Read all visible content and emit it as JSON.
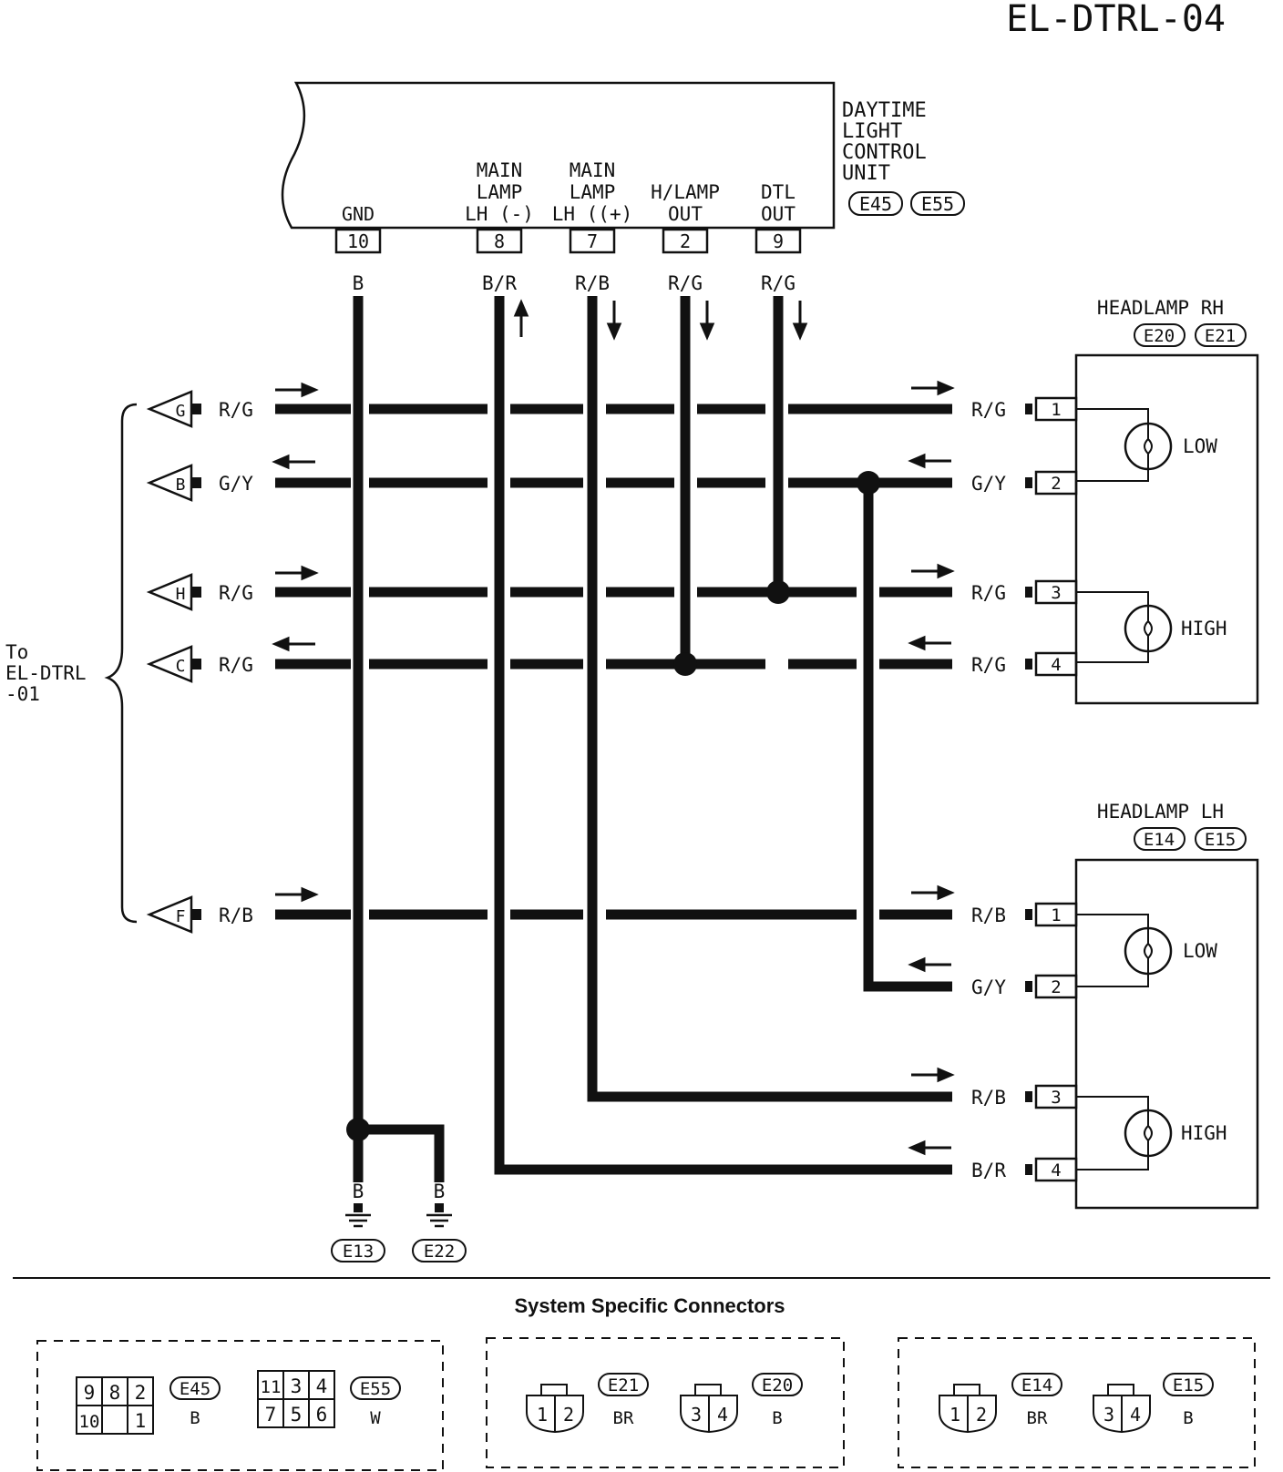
{
  "page_id": "EL-DTRL-04",
  "control_unit": {
    "name_lines": [
      "DAYTIME",
      "LIGHT",
      "CONTROL",
      "UNIT"
    ],
    "connectors": [
      "E45",
      "E55"
    ],
    "terminals": [
      {
        "name_lines": [
          "GND"
        ],
        "pin": "10",
        "wire": "B",
        "flow": "none"
      },
      {
        "name_lines": [
          "MAIN",
          "LAMP",
          "LH (-)"
        ],
        "pin": "8",
        "wire": "B/R",
        "flow": "up"
      },
      {
        "name_lines": [
          "MAIN",
          "LAMP",
          "LH ((+)"
        ],
        "pin": "7",
        "wire": "R/B",
        "flow": "down"
      },
      {
        "name_lines": [
          "H/LAMP",
          "OUT"
        ],
        "pin": "2",
        "wire": "R/G",
        "flow": "down"
      },
      {
        "name_lines": [
          "DTL",
          "OUT"
        ],
        "pin": "9",
        "wire": "R/G",
        "flow": "down"
      }
    ]
  },
  "headlamp_rh": {
    "title": "HEADLAMP RH",
    "connectors": [
      "E20",
      "E21"
    ],
    "lamps": [
      "LOW",
      "HIGH"
    ],
    "pins": [
      {
        "pin": "1",
        "wire": "R/G"
      },
      {
        "pin": "2",
        "wire": "G/Y"
      },
      {
        "pin": "3",
        "wire": "R/G"
      },
      {
        "pin": "4",
        "wire": "R/G"
      }
    ]
  },
  "headlamp_lh": {
    "title": "HEADLAMP LH",
    "connectors": [
      "E14",
      "E15"
    ],
    "lamps": [
      "LOW",
      "HIGH"
    ],
    "pins": [
      {
        "pin": "1",
        "wire": "R/B"
      },
      {
        "pin": "2",
        "wire": "G/Y"
      },
      {
        "pin": "3",
        "wire": "R/B"
      },
      {
        "pin": "4",
        "wire": "B/R"
      }
    ]
  },
  "off_page": {
    "label_lines": [
      "To",
      "EL-DTRL",
      "-01"
    ],
    "connectors": [
      {
        "letter": "G",
        "wire": "R/G"
      },
      {
        "letter": "B",
        "wire": "G/Y"
      },
      {
        "letter": "H",
        "wire": "R/G"
      },
      {
        "letter": "C",
        "wire": "R/G"
      },
      {
        "letter": "F",
        "wire": "R/B"
      }
    ]
  },
  "grounds": [
    {
      "wire": "B",
      "connector": "E13"
    },
    {
      "wire": "B",
      "connector": "E22"
    }
  ],
  "connectors_section": {
    "title": "System Specific Connectors",
    "groups": [
      {
        "items": [
          {
            "id": "E45",
            "color": "B",
            "rows": [
              [
                "9",
                "8",
                "2"
              ],
              [
                "10",
                "",
                "1"
              ]
            ]
          },
          {
            "id": "E55",
            "color": "W",
            "rows": [
              [
                "11",
                "3",
                "4"
              ],
              [
                "7",
                "5",
                "6"
              ]
            ]
          }
        ]
      },
      {
        "items": [
          {
            "id": "E21",
            "color": "BR",
            "pins": [
              "1",
              "2"
            ]
          },
          {
            "id": "E20",
            "color": "B",
            "pins": [
              "3",
              "4"
            ]
          }
        ]
      },
      {
        "items": [
          {
            "id": "E14",
            "color": "BR",
            "pins": [
              "1",
              "2"
            ]
          },
          {
            "id": "E15",
            "color": "B",
            "pins": [
              "3",
              "4"
            ]
          }
        ]
      }
    ]
  }
}
